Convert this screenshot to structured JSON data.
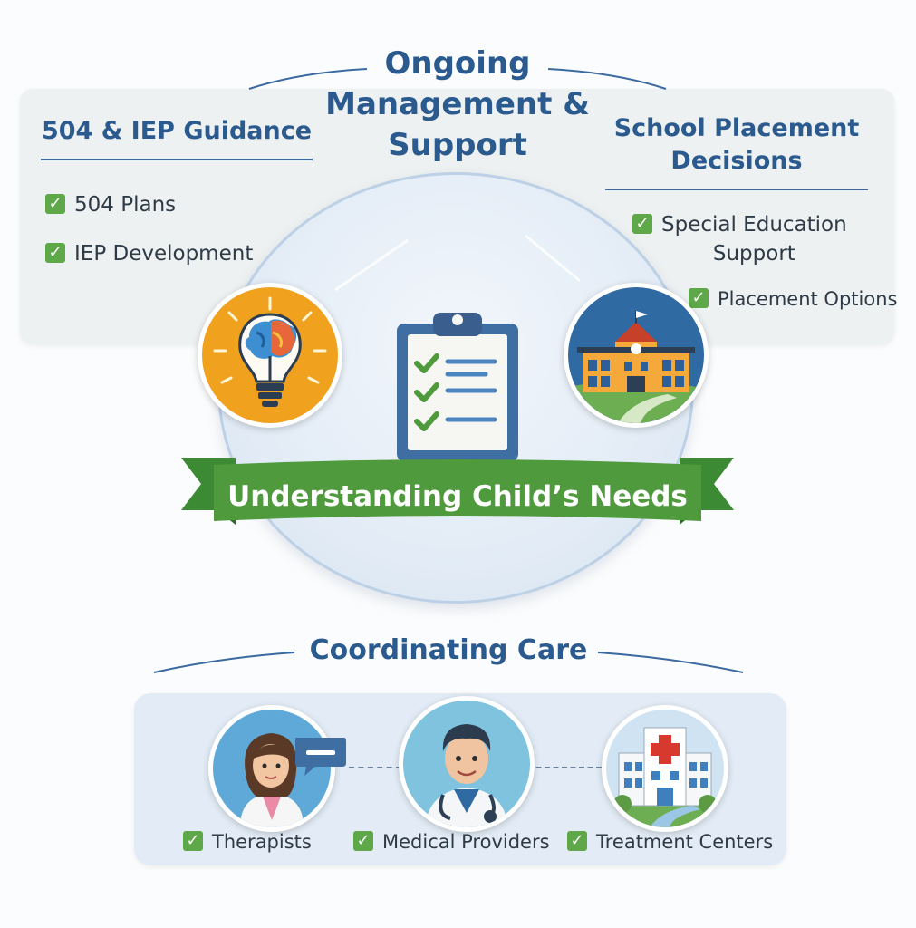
{
  "title": {
    "line1": "Ongoing",
    "line2": "Management &",
    "line3": "Support"
  },
  "left_section": {
    "title": "504 & IEP Guidance",
    "items": [
      "504 Plans",
      "IEP Development"
    ]
  },
  "right_section": {
    "title_line1": "School Placement",
    "title_line2": "Decisions",
    "item1_line1": "Special Education",
    "item1_line2": "Support",
    "item2": "Placement Options"
  },
  "center": {
    "banner": "Understanding  Child’s Needs",
    "icons": [
      "lightbulb-brain-icon",
      "clipboard-checklist-icon",
      "school-building-icon"
    ]
  },
  "bottom_section": {
    "title": "Coordinating Care",
    "items": [
      "Therapists",
      "Medical Providers",
      "Treatment Centers"
    ],
    "icons": [
      "therapist-avatar-icon",
      "doctor-avatar-icon",
      "hospital-icon"
    ]
  },
  "colors": {
    "heading_blue": "#2b5a8f",
    "check_green": "#5ea84a",
    "banner_green": "#4e9a3c",
    "lightbulb_orange": "#f0a21e",
    "school_blue": "#2f6aa3"
  }
}
